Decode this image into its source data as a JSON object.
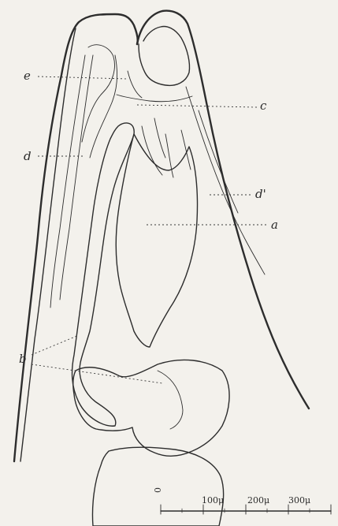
{
  "labels": {
    "e": "e",
    "c": "c",
    "d": "d",
    "d_prime": "d'",
    "a": "a",
    "b": "b"
  },
  "scale_bar": {
    "ticks": [
      "0",
      "100μ",
      "200μ",
      "300μ"
    ]
  }
}
